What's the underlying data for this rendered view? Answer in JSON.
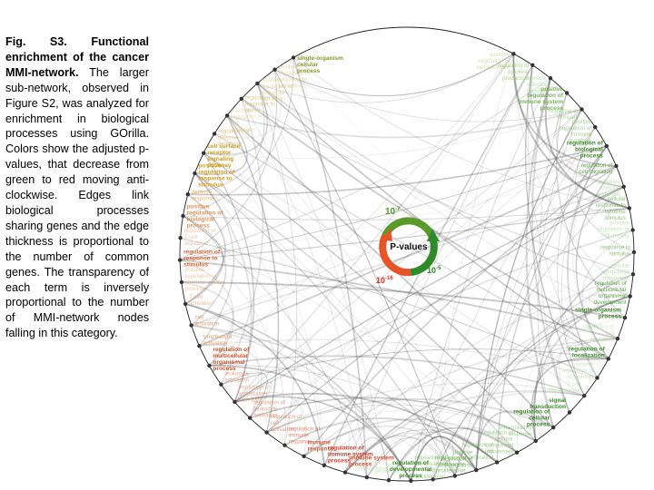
{
  "caption": {
    "title": "Fig. S3. Functional enrichment of the cancer MMI-network.",
    "body": " The larger sub-network, observed in Figure S2, was analyzed for enrichment in biological processes using GOrilla. Colors show the adjusted p-values, that decrease from green to red moving anti-clockwise. Edges link biological processes sharing genes and the edge thickness is proportional to the number of common genes. The transparency of each term is inversely proportional to the number of MMI-network nodes falling in this category."
  },
  "legend": {
    "center_label": "P-values",
    "top_value": "10",
    "top_exp": "-7",
    "right_value": "10",
    "right_exp": "-5",
    "left_value": "10",
    "left_exp": "-16"
  },
  "colors": {
    "high_p": "#4e9a2a",
    "mid_p": "#c9b43a",
    "low_p": "#e04a2a",
    "edge": "#555555"
  },
  "nodes": [
    {
      "id": "n1",
      "label": "positive regulation of cell adhesion",
      "color": "#b9c77a",
      "alpha": 0.6,
      "bold": false
    },
    {
      "id": "n2",
      "label": "regulation of cytokine production",
      "color": "#8fbf5a",
      "alpha": 0.7,
      "bold": false
    },
    {
      "id": "n3",
      "label": "immune effector process",
      "color": "#8fcf7a",
      "alpha": 0.6,
      "bold": false
    },
    {
      "id": "n4",
      "label": "positive regulation of immune system process",
      "color": "#6aaa4a",
      "alpha": 0.9,
      "bold": true
    },
    {
      "id": "n5",
      "label": "response to stimulus",
      "color": "#7fc05a",
      "alpha": 0.6,
      "bold": false
    },
    {
      "id": "n6",
      "label": "positive regulation of immune response",
      "color": "#7fbf6a",
      "alpha": 0.7,
      "bold": false
    },
    {
      "id": "n7",
      "label": "regulation of biological process",
      "color": "#3f8a2a",
      "alpha": 1.0,
      "bold": true
    },
    {
      "id": "n8",
      "label": "regulation of cell migration",
      "color": "#4f9a3a",
      "alpha": 0.9,
      "bold": false
    },
    {
      "id": "n9",
      "label": "adaptive immune response",
      "color": "#9fd08a",
      "alpha": 0.6,
      "bold": false
    },
    {
      "id": "n10",
      "label": "cellular response to cytokine stimulus",
      "color": "#6fb05a",
      "alpha": 0.8,
      "bold": false
    },
    {
      "id": "n11",
      "label": "positive regulation of cell motility",
      "color": "#9fd08a",
      "alpha": 0.6,
      "bold": false
    },
    {
      "id": "n12",
      "label": "response to stimulus",
      "color": "#6fb05a",
      "alpha": 0.8,
      "bold": false
    },
    {
      "id": "n13",
      "label": "cellular component movement",
      "color": "#9fd08a",
      "alpha": 0.6,
      "bold": false
    },
    {
      "id": "n14",
      "label": "regulation of multicellular organismal development",
      "color": "#4f9a3a",
      "alpha": 0.9,
      "bold": false
    },
    {
      "id": "n15",
      "label": "single-organism process",
      "color": "#3f8a2a",
      "alpha": 1.0,
      "bold": true
    },
    {
      "id": "n16",
      "label": "regulation of cell activation",
      "color": "#9fd08a",
      "alpha": 0.5,
      "bold": false
    },
    {
      "id": "n17",
      "label": "regulation of localization",
      "color": "#3f8a2a",
      "alpha": 1.0,
      "bold": true
    },
    {
      "id": "n18",
      "label": "positive regulation of locomotion",
      "color": "#9fd08a",
      "alpha": 0.5,
      "bold": false
    },
    {
      "id": "n19",
      "label": "T cell differentiation",
      "color": "#9fd08a",
      "alpha": 0.5,
      "bold": false
    },
    {
      "id": "n20",
      "label": "signal transduction",
      "color": "#3f8a2a",
      "alpha": 1.0,
      "bold": true
    },
    {
      "id": "n21",
      "label": "regulation of cellular process",
      "color": "#3f8a2a",
      "alpha": 1.0,
      "bold": true
    },
    {
      "id": "n22",
      "label": "inflammatory response",
      "color": "#7fbf6a",
      "alpha": 0.7,
      "bold": false
    },
    {
      "id": "n23",
      "label": "regulation of cellular component movement",
      "color": "#7fbf6a",
      "alpha": 0.7,
      "bold": false
    },
    {
      "id": "n24",
      "label": "regulation of T cell proliferation",
      "color": "#7fbf6a",
      "alpha": 0.7,
      "bold": false
    },
    {
      "id": "n25",
      "label": "positive regulation of cell migration",
      "color": "#6fb05a",
      "alpha": 0.8,
      "bold": false
    },
    {
      "id": "n26",
      "label": "regulation of lymphocyte proliferation",
      "color": "#6fb05a",
      "alpha": 0.8,
      "bold": false
    },
    {
      "id": "n27",
      "label": "regulation of mononuclear cell proliferation",
      "color": "#7fbf6a",
      "alpha": 0.7,
      "bold": false
    },
    {
      "id": "n28",
      "label": "regulation of developmental process",
      "color": "#3f8a2a",
      "alpha": 1.0,
      "bold": true
    },
    {
      "id": "n29",
      "label": "cell proliferation",
      "color": "#9fd08a",
      "alpha": 0.5,
      "bold": false
    },
    {
      "id": "n30",
      "label": "T cell costimulation",
      "color": "#9fd08a",
      "alpha": 0.5,
      "bold": false
    },
    {
      "id": "n31",
      "label": "immune system process",
      "color": "#e04a2a",
      "alpha": 1.0,
      "bold": true
    },
    {
      "id": "n32",
      "label": "regulation of immune system process",
      "color": "#d63a2a",
      "alpha": 1.0,
      "bold": true
    },
    {
      "id": "n33",
      "label": "immune response",
      "color": "#e05a3a",
      "alpha": 1.0,
      "bold": true
    },
    {
      "id": "n34",
      "label": "regulation of immune response",
      "color": "#e06a4a",
      "alpha": 0.8,
      "bold": false
    },
    {
      "id": "n35",
      "label": "regulation of cell activation",
      "color": "#e07a5a",
      "alpha": 0.7,
      "bold": false
    },
    {
      "id": "n36",
      "label": "regulation of leukocyte activation",
      "color": "#e07a5a",
      "alpha": 0.7,
      "bold": false
    },
    {
      "id": "n37",
      "label": "regulation of lymphocyte activation",
      "color": "#e08a6a",
      "alpha": 0.6,
      "bold": false
    },
    {
      "id": "n38",
      "label": "leukocyte activation",
      "color": "#e07a5a",
      "alpha": 0.7,
      "bold": false
    },
    {
      "id": "n39",
      "label": "regulation of multicellular organismal process",
      "color": "#d0542a",
      "alpha": 1.0,
      "bold": true
    },
    {
      "id": "n40",
      "label": "lymphocyte activation",
      "color": "#e08a5a",
      "alpha": 0.8,
      "bold": false
    },
    {
      "id": "n41",
      "label": "cell activation",
      "color": "#e08a5a",
      "alpha": 0.8,
      "bold": false
    },
    {
      "id": "n42",
      "label": "T cell activation",
      "color": "#e89a6a",
      "alpha": 0.7,
      "bold": false
    },
    {
      "id": "n43",
      "label": "positive regulation of immune system process",
      "color": "#e8a07a",
      "alpha": 0.6,
      "bold": false
    },
    {
      "id": "n44",
      "label": "regulation of response to stimulus",
      "color": "#e06a3a",
      "alpha": 1.0,
      "bold": true
    },
    {
      "id": "n45",
      "label": "regulation of T cell activation",
      "color": "#e8a07a",
      "alpha": 0.6,
      "bold": false
    },
    {
      "id": "n46",
      "label": "positive regulation of biological process",
      "color": "#e08a4a",
      "alpha": 0.9,
      "bold": true
    },
    {
      "id": "n47",
      "label": "defense response",
      "color": "#e0a04a",
      "alpha": 0.8,
      "bold": false
    },
    {
      "id": "n48",
      "label": "positive regulation of response to stimulus",
      "color": "#d8a020",
      "alpha": 1.0,
      "bold": true
    },
    {
      "id": "n49",
      "label": "cell surface receptor signaling pathway",
      "color": "#c8a020",
      "alpha": 1.0,
      "bold": true
    },
    {
      "id": "n50",
      "label": "regulation of defense response",
      "color": "#d8b060",
      "alpha": 0.7,
      "bold": false
    },
    {
      "id": "n51",
      "label": "positive regulation of cell activation",
      "color": "#d8c080",
      "alpha": 0.5,
      "bold": false
    },
    {
      "id": "n52",
      "label": "regulation of response to stress",
      "color": "#d8b060",
      "alpha": 0.7,
      "bold": false
    },
    {
      "id": "n53",
      "label": "positive regulation of leukocyte activation",
      "color": "#d8c080",
      "alpha": 0.6,
      "bold": false
    },
    {
      "id": "n54",
      "label": "positive regulation of lymphocyte activation",
      "color": "#d8c080",
      "alpha": 0.6,
      "bold": false
    },
    {
      "id": "n55",
      "label": "single-organism cellular process",
      "color": "#8a9a2a",
      "alpha": 1.0,
      "bold": true
    }
  ]
}
